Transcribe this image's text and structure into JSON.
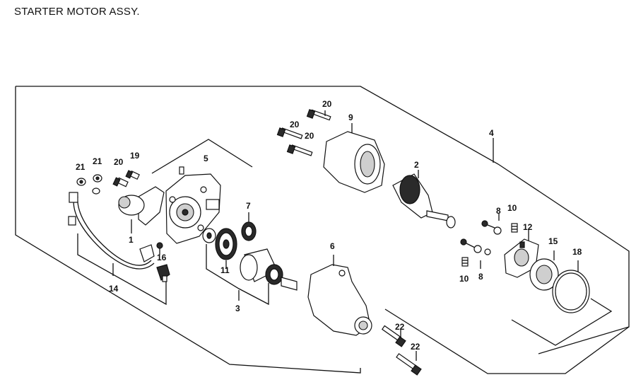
{
  "title": "STARTER MOTOR ASSY.",
  "callouts": {
    "c1": "1",
    "c2": "2",
    "c3": "3",
    "c4": "4",
    "c5": "5",
    "c6": "6",
    "c7": "7",
    "c8a": "8",
    "c8b": "8",
    "c9": "9",
    "c10a": "10",
    "c10b": "10",
    "c11": "11",
    "c12": "12",
    "c14": "14",
    "c15": "15",
    "c16": "16",
    "c18": "18",
    "c19": "19",
    "c20a": "20",
    "c20b": "20",
    "c20c": "20",
    "c20d": "20",
    "c21a": "21",
    "c21b": "21",
    "c22a": "22",
    "c22b": "22"
  }
}
